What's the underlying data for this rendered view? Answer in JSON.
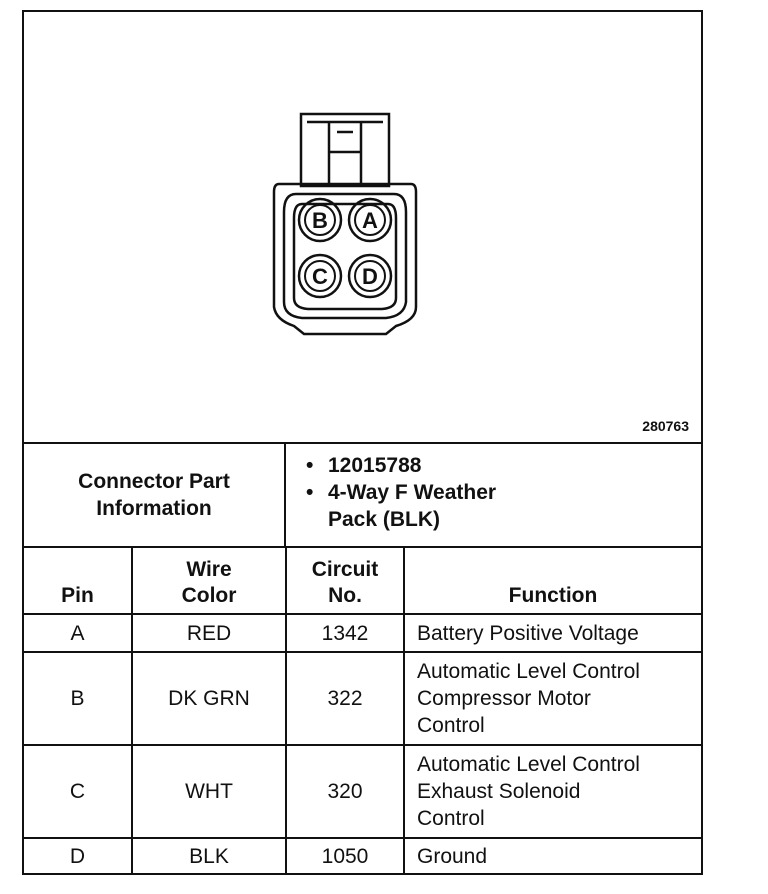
{
  "figure_number": "280763",
  "connector_info": {
    "label_lines": [
      "Connector Part",
      "Information"
    ],
    "items": [
      [
        "12015788"
      ],
      [
        "4-Way F Weather",
        "Pack (BLK)"
      ]
    ]
  },
  "pin_labels": [
    "B",
    "A",
    "C",
    "D"
  ],
  "table": {
    "headers": [
      [
        " ",
        "Pin"
      ],
      [
        "Wire",
        "Color"
      ],
      [
        "Circuit",
        "No."
      ],
      [
        " ",
        "Function"
      ]
    ],
    "rows": [
      {
        "pin": "A",
        "color": "RED",
        "circuit": "1342",
        "function": [
          "Battery Positive Voltage"
        ]
      },
      {
        "pin": "B",
        "color": "DK GRN",
        "circuit": "322",
        "function": [
          "Automatic Level Control",
          "Compressor Motor",
          "Control"
        ]
      },
      {
        "pin": "C",
        "color": "WHT",
        "circuit": "320",
        "function": [
          "Automatic Level Control",
          "Exhaust Solenoid",
          "Control"
        ]
      },
      {
        "pin": "D",
        "color": "BLK",
        "circuit": "1050",
        "function": [
          "Ground"
        ]
      }
    ]
  }
}
